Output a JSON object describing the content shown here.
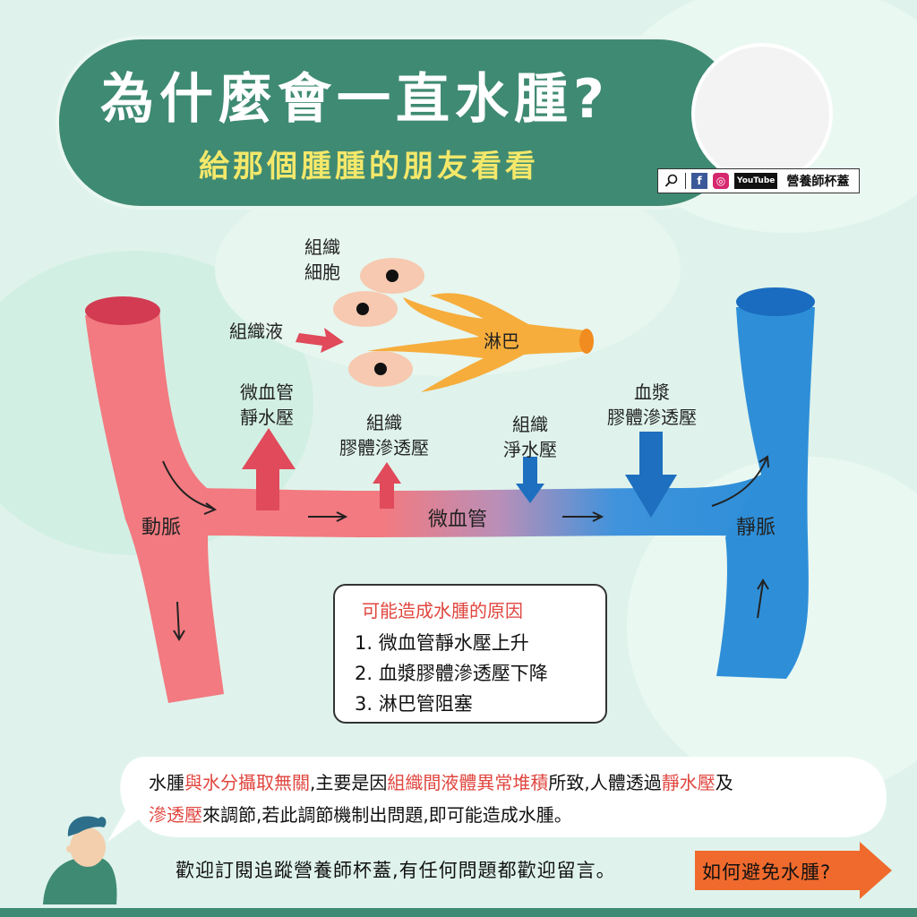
{
  "header": {
    "title": "為什麼會一直水腫?",
    "subtitle": "給那個腫腫的朋友看看"
  },
  "social": {
    "icons": [
      "search-icon",
      "facebook-icon",
      "instagram-icon",
      "youtube-icon"
    ],
    "youtube_label": "YouTube",
    "handle": "營養師杯蓋"
  },
  "diagram": {
    "tissue_cells": [
      "組織",
      "細胞"
    ],
    "tissue_fluid": "組織液",
    "lymph": "淋巴",
    "capillary_hydrostatic": [
      "微血管",
      "靜水壓"
    ],
    "tissue_colloid": [
      "組織",
      "膠體滲透壓"
    ],
    "tissue_net": [
      "組織",
      "淨水壓"
    ],
    "plasma_colloid": [
      "血漿",
      "膠體滲透壓"
    ],
    "artery": "動脈",
    "capillary": "微血管",
    "vein": "靜脈"
  },
  "causes": {
    "title": "可能造成水腫的原因",
    "items": [
      "1. 微血管靜水壓上升",
      "2. 血漿膠體滲透壓下降",
      "3. 淋巴管阻塞"
    ]
  },
  "bubble": {
    "p1": "水腫",
    "h1": "與水分攝取無關",
    "p2": ",主要是因",
    "h2": "組織間液體異常堆積",
    "p3": "所致,人體透過",
    "h3": "靜水壓",
    "p4": "及",
    "h4": "滲透壓",
    "p5": "來調節,若此調節機制出問題,即可能造成水腫。"
  },
  "footer": {
    "text": "歡迎訂閱追蹤營養師杯蓋,有任何問題都歡迎留言。",
    "cta": "如何避免水腫?"
  },
  "colors": {
    "banner": "#3f8a73",
    "subtitle": "#f4e86a",
    "artery": "#f27a80",
    "vein": "#2e8fd8",
    "lymph": "#f6ad3c",
    "arrow_red": "#e04a5a",
    "arrow_blue": "#1e6fbf",
    "highlight": "#e0463f",
    "cta": "#f06a2d"
  }
}
